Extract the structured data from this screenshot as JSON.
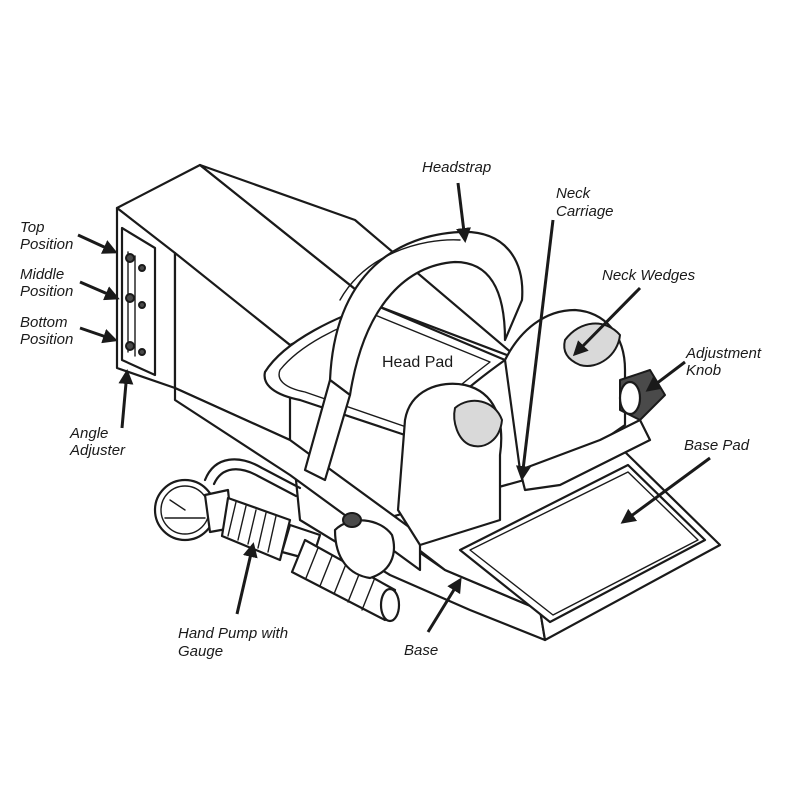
{
  "labels": {
    "headstrap": "Headstrap",
    "neck_carriage": [
      "Neck",
      "Carriage"
    ],
    "neck_wedges": "Neck Wedges",
    "adjustment_knob": [
      "Adjustment",
      "Knob"
    ],
    "base_pad": "Base Pad",
    "head_pad": "Head Pad",
    "top_position": [
      "Top",
      "Position"
    ],
    "middle_position": [
      "Middle",
      "Position"
    ],
    "bottom_position": [
      "Bottom",
      "Position"
    ],
    "angle_adjuster": [
      "Angle",
      "Adjuster"
    ],
    "hand_pump": [
      "Hand Pump with",
      "Gauge"
    ],
    "base": "Base"
  }
}
